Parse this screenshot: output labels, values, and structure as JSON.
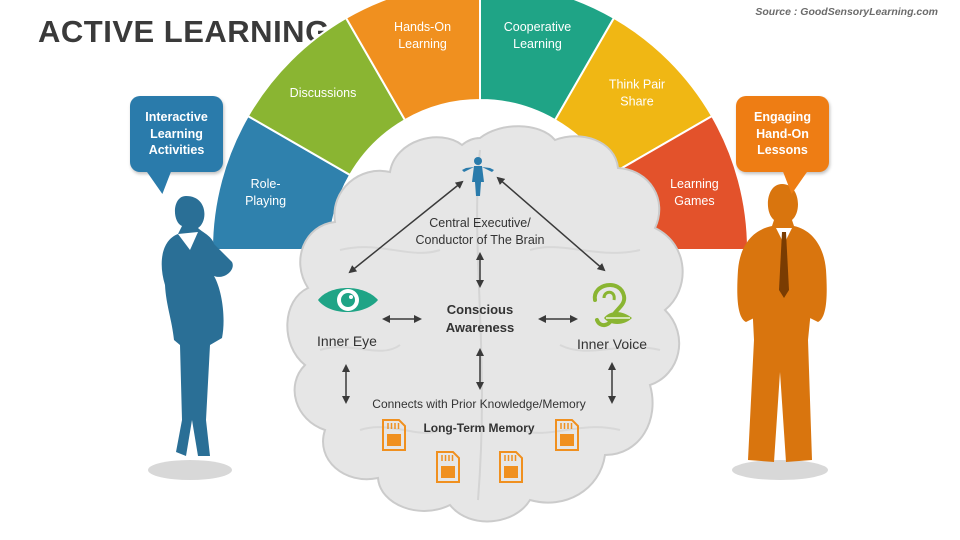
{
  "title": "ACTIVE LEARNING",
  "source": "Source : GoodSensoryLearning.com",
  "arc_segments": [
    {
      "lines": [
        "Role-",
        "Playing"
      ],
      "color": "#2f81ad"
    },
    {
      "lines": [
        "Discussions"
      ],
      "color": "#8ab532"
    },
    {
      "lines": [
        "Hands-On",
        "Learning"
      ],
      "color": "#f0901f"
    },
    {
      "lines": [
        "Cooperative",
        "Learning"
      ],
      "color": "#1fa486"
    },
    {
      "lines": [
        "Think Pair",
        "Share"
      ],
      "color": "#f0b714"
    },
    {
      "lines": [
        "Learning",
        "Games"
      ],
      "color": "#e3522b"
    }
  ],
  "brain": {
    "central_executive": [
      "Central Executive/",
      "Conductor of The Brain"
    ],
    "conscious_awareness": [
      "Conscious",
      "Awareness"
    ],
    "inner_eye": "Inner Eye",
    "inner_voice": "Inner Voice",
    "prior_knowledge": "Connects with Prior Knowledge/Memory",
    "long_term_memory": "Long-Term Memory"
  },
  "left_bubble": "Interactive\nLearning\nActivities",
  "right_bubble": "Engaging\nHand-On\nLessons",
  "colors": {
    "eye_icon": "#1fa486",
    "ear_icon": "#8ab532",
    "memory_icon": "#f0901f",
    "woman": "#2a6f96",
    "man": "#d9750e",
    "brain_fill": "#e6e6e6",
    "brain_stroke": "#c9c9c9"
  }
}
